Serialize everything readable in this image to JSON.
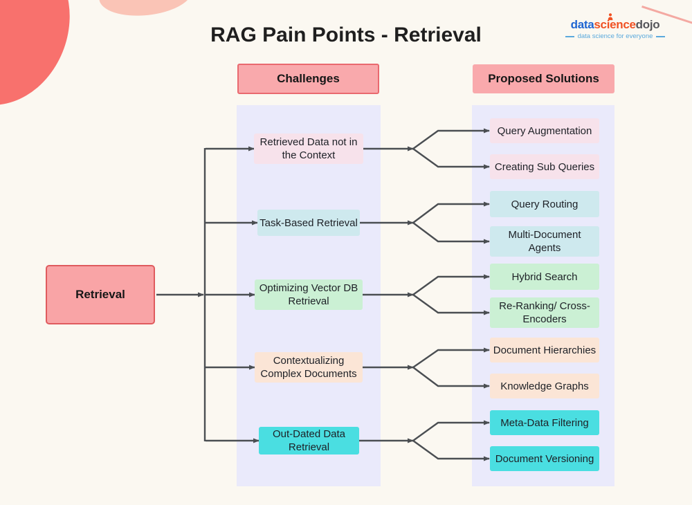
{
  "title": "RAG Pain Points - Retrieval",
  "logo": {
    "word1": "data",
    "word2": "science",
    "word3": "dojo",
    "tagline": "data science for everyone",
    "person_icon": "sitting-person-icon",
    "colors": {
      "word1": "#2066D2",
      "word2": "#F05123",
      "word3": "#55565A",
      "tagline": "#5AA9DC"
    }
  },
  "headers": {
    "challenges": "Challenges",
    "solutions": "Proposed Solutions",
    "background": "#F9A9AC",
    "challenges_border": "#E9696F"
  },
  "root": {
    "label": "Retrieval",
    "background": "#F9A4A6",
    "border": "#DF5B5E"
  },
  "groups": [
    {
      "challenge": "Retrieved Data not in the Context",
      "solutions": [
        "Query Augmentation",
        "Creating Sub Queries"
      ],
      "color": "#F7E2EB"
    },
    {
      "challenge": "Task-Based Retrieval",
      "solutions": [
        "Query Routing",
        "Multi-Document Agents"
      ],
      "color": "#CEE9EE"
    },
    {
      "challenge": "Optimizing Vector DB Retrieval",
      "solutions": [
        "Hybrid Search",
        "Re-Ranking/ Cross-Encoders"
      ],
      "color": "#CBF0D4"
    },
    {
      "challenge": "Contextualizing Complex Documents",
      "solutions": [
        "Document Hierarchies",
        "Knowledge Graphs"
      ],
      "color": "#FBE5D6"
    },
    {
      "challenge": "Out-Dated Data Retrieval",
      "solutions": [
        "Meta-Data Filtering",
        "Document Versioning"
      ],
      "color": "#4ADEE1"
    }
  ],
  "canvas": {
    "background": "#FBF8F1",
    "panel_background": "#EAEAFB",
    "connector_color": "#4A4E52",
    "decor_blob_color": "#F8716D",
    "decor_blob_light_color": "#FAC4B6"
  }
}
